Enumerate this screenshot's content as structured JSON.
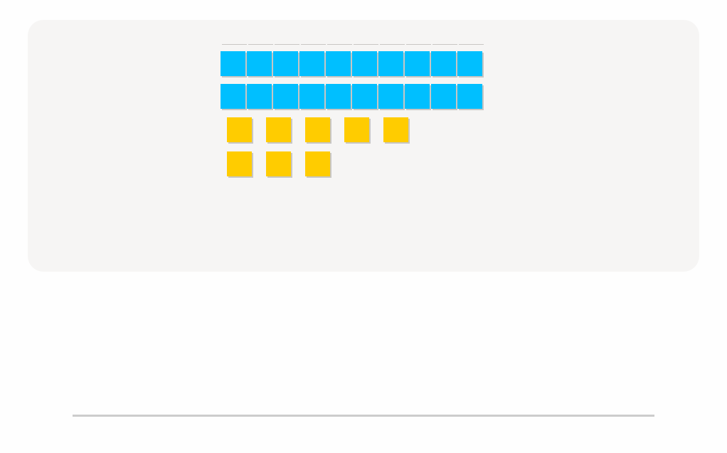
{
  "workspace": {
    "blue_blocks": {
      "rows": 2,
      "per_row": 10,
      "color": "#00bfff"
    },
    "yellow_blocks": {
      "rows": [
        5,
        3
      ],
      "color": "#ffcc00"
    },
    "top_markers": 10
  },
  "colors": {
    "panel": "#f6f5f4",
    "shadow": "#c8c6c4",
    "track": "#cccccc"
  }
}
